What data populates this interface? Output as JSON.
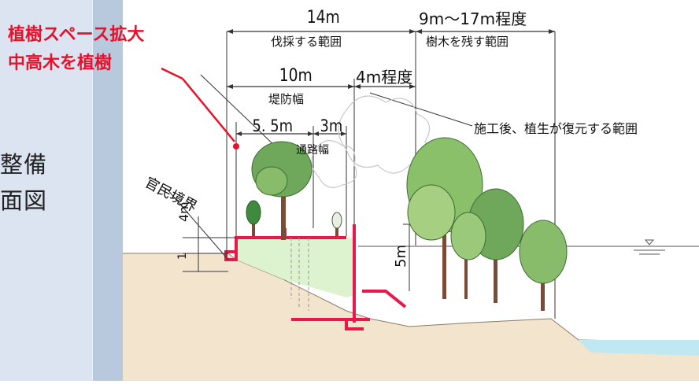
{
  "side_panel": {
    "line1": "整備",
    "line2": "面図"
  },
  "callout": {
    "line1": "植樹スペース拡大",
    "line2": "中高木を植樹"
  },
  "dimensions": {
    "top_left_width": "14m",
    "top_left_caption": "伐採する範囲",
    "top_right_width": "9m〜17m程度",
    "top_right_caption": "樹木を残す範囲",
    "levee_width": "10m",
    "levee_caption": "堤防幅",
    "side_width": "4m程度",
    "sub_left": "5. 5m",
    "sub_right": "3m",
    "path_caption": "通路幅",
    "height_small": "4m",
    "height_one": "1",
    "height_five": "5m"
  },
  "annotations": {
    "restore_area": "施工後、植生が復元する範囲",
    "boundary": "官民境界"
  },
  "colors": {
    "structure_red": "#e8184a",
    "levee_fill": "#ddf2cf",
    "ground_fill": "#f3e4cd",
    "water": "#bfe8f3",
    "panel": "#dbe4f0"
  }
}
